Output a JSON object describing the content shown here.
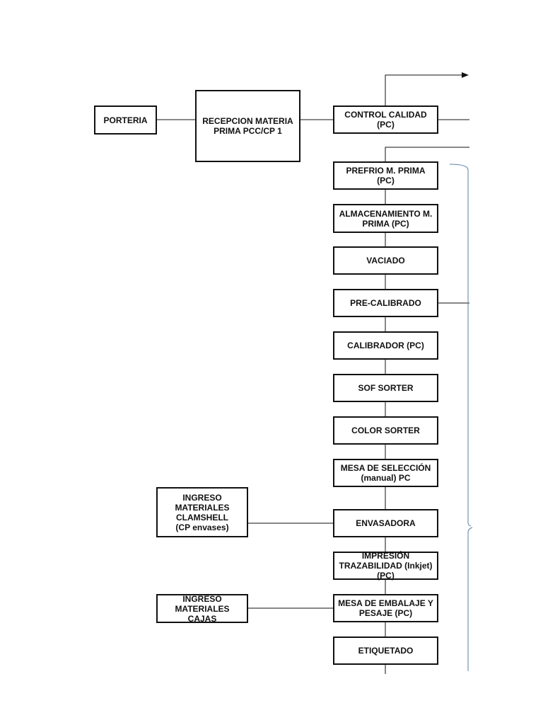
{
  "diagram": {
    "colors": {
      "line": "#111111",
      "bracket": "#5b7fa8",
      "background": "#ffffff"
    },
    "nodes": {
      "porteria": "PORTERIA",
      "recepcion": "RECEPCION MATERIA\nPRIMA PCC/CP 1",
      "control_calidad": "CONTROL CALIDAD (PC)",
      "prefrio": "PREFRIO M. PRIMA (PC)",
      "almacenamiento": "ALMACENAMIENTO M.\nPRIMA (PC)",
      "vaciado": "VACIADO",
      "pre_calibrado": "PRE-CALIBRADO",
      "calibrador": "CALIBRADOR (PC)",
      "sof_sorter": "SOF SORTER",
      "color_sorter": "COLOR SORTER",
      "mesa_seleccion": "MESA DE SELECCIÓN\n(manual) PC",
      "envasadora": "ENVASADORA",
      "impresion": "IMPRESIÓN\nTRAZABILIDAD (Inkjet)\n(PC)",
      "mesa_embalaje": "MESA DE EMBALAJE Y\nPESAJE (PC)",
      "etiquetado": "ETIQUETADO",
      "ingreso_clamshell": "INGRESO MATERIALES\nCLAMSHELL\n(CP envases)",
      "ingreso_cajas": "INGRESO MATERIALES\nCAJAS"
    }
  }
}
